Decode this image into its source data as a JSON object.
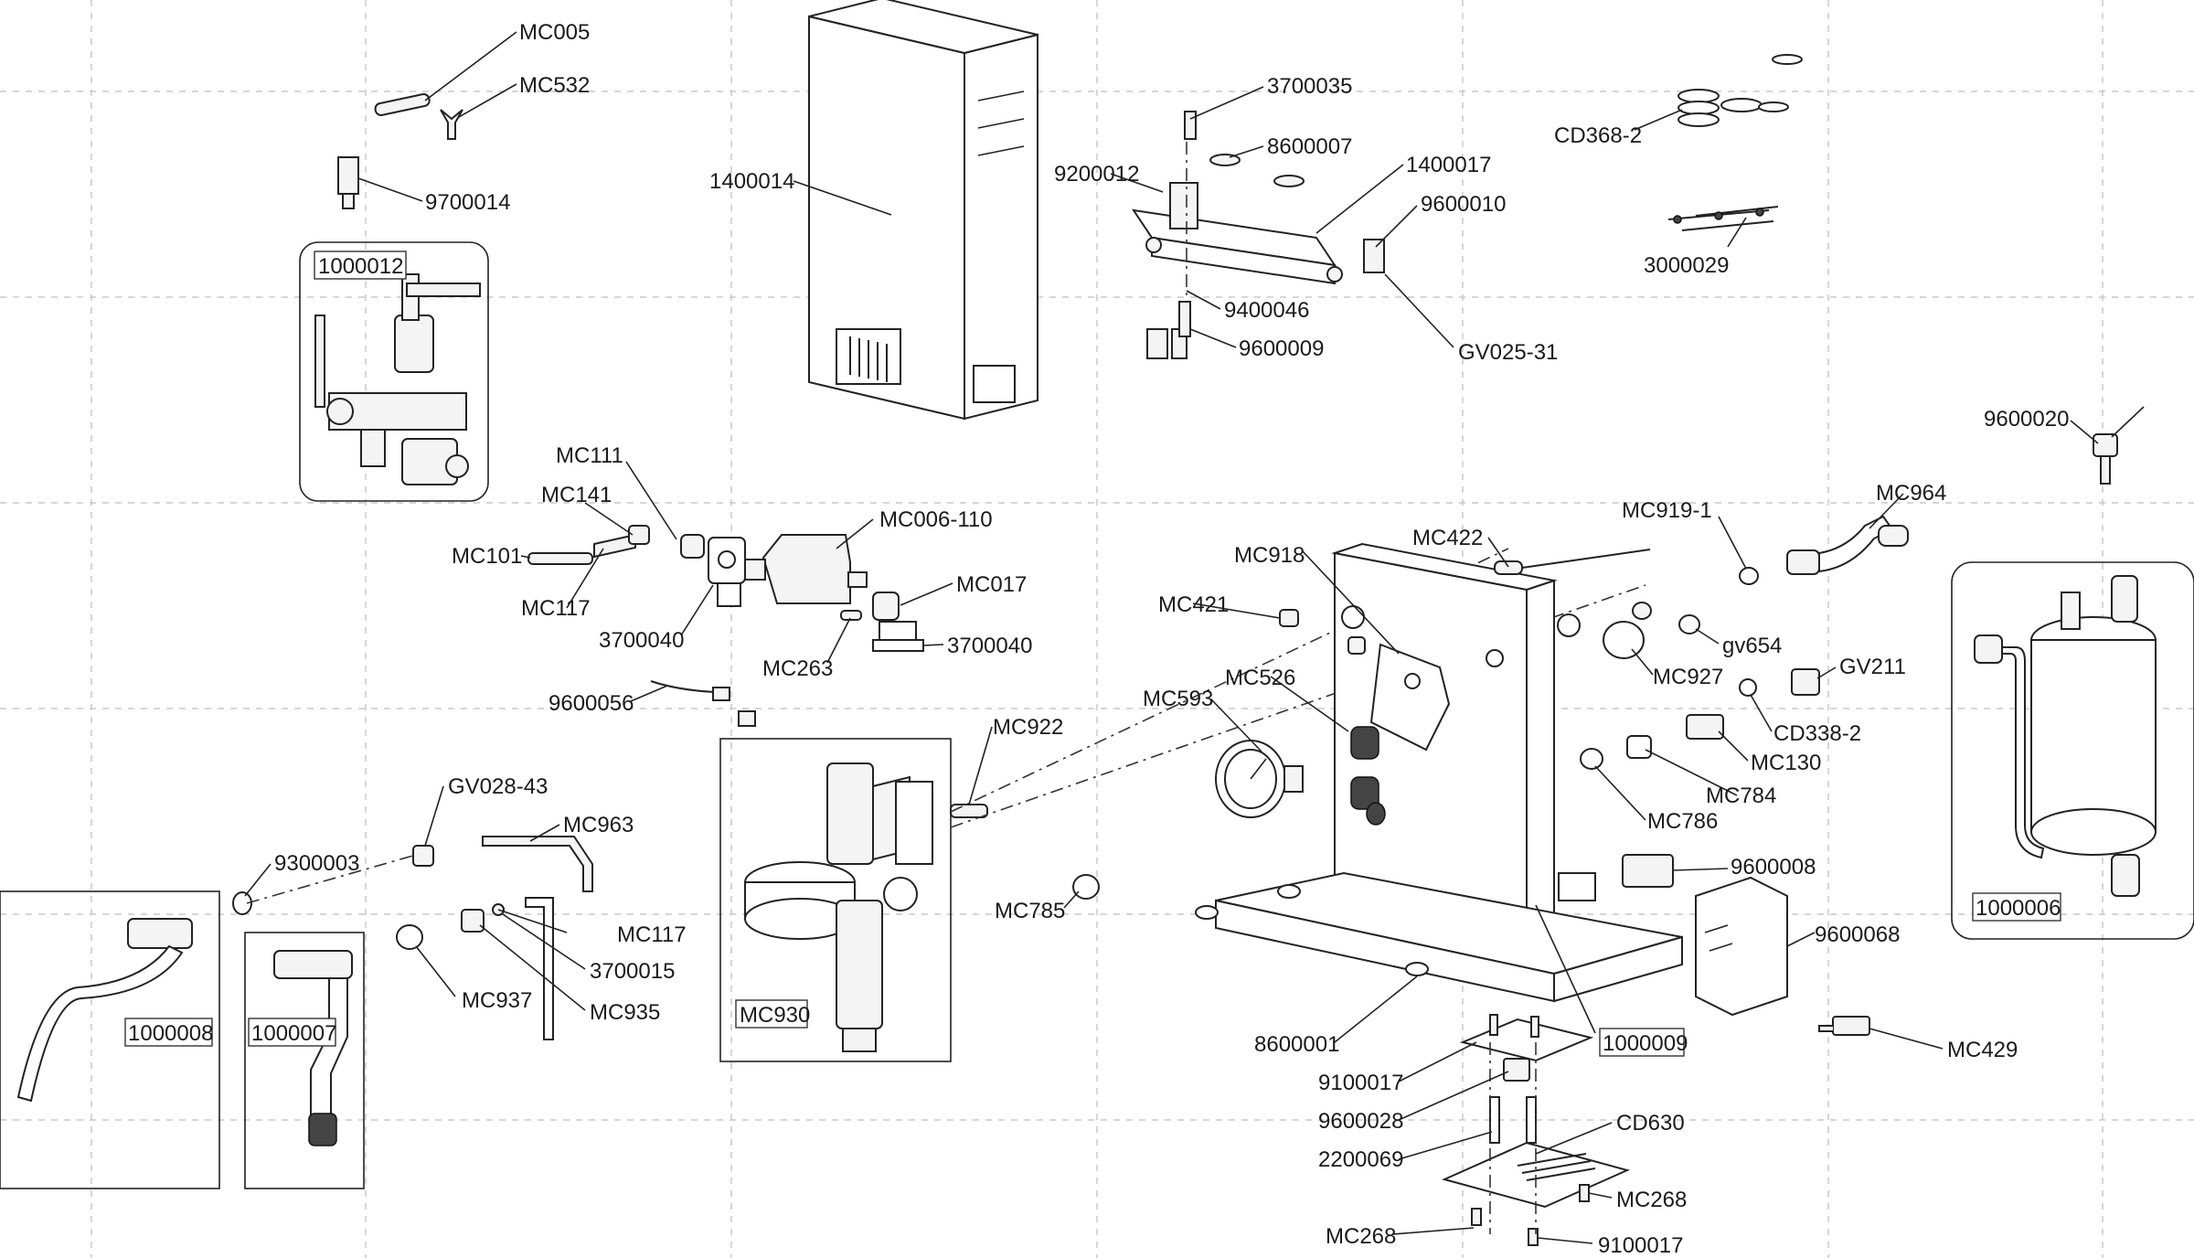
{
  "labels": {
    "MC005": "MC005",
    "MC532": "MC532",
    "9700014": "9700014",
    "1000012": "1000012",
    "1400014": "1400014",
    "3700035": "3700035",
    "8600007": "8600007",
    "9200012": "9200012",
    "1400017": "1400017",
    "9600010": "9600010",
    "9400046": "9400046",
    "9600009": "9600009",
    "GV025-31": "GV025-31",
    "CD368-2": "CD368-2",
    "3000029": "3000029",
    "9600020": "9600020",
    "MC111": "MC111",
    "MC141": "MC141",
    "MC101": "MC101",
    "MC117a": "MC117",
    "3700040a": "3700040",
    "MC006-110": "MC006-110",
    "MC017": "MC017",
    "MC263": "MC263",
    "3700040b": "3700040",
    "9600056": "9600056",
    "MC922": "MC922",
    "MC930": "MC930",
    "GV028-43": "GV028-43",
    "MC963": "MC963",
    "9300003": "9300003",
    "MC117b": "MC117",
    "3700015": "3700015",
    "MC937": "MC937",
    "MC935": "MC935",
    "1000008": "1000008",
    "1000007": "1000007",
    "MC785": "MC785",
    "MC422": "MC422",
    "MC918": "MC918",
    "MC421": "MC421",
    "MC593": "MC593",
    "MC526": "MC526",
    "MC919-1": "MC919-1",
    "MC964": "MC964",
    "gv654": "gv654",
    "MC927": "MC927",
    "GV211": "GV211",
    "CD338-2": "CD338-2",
    "MC130": "MC130",
    "MC784": "MC784",
    "MC786": "MC786",
    "9600008": "9600008",
    "9600068": "9600068",
    "1000006": "1000006",
    "MC429": "MC429",
    "8600001": "8600001",
    "1000009": "1000009",
    "9100017a": "9100017",
    "9600028": "9600028",
    "2200069": "2200069",
    "CD630": "CD630",
    "MC268a": "MC268",
    "MC268b": "MC268",
    "9100017b": "9100017"
  }
}
